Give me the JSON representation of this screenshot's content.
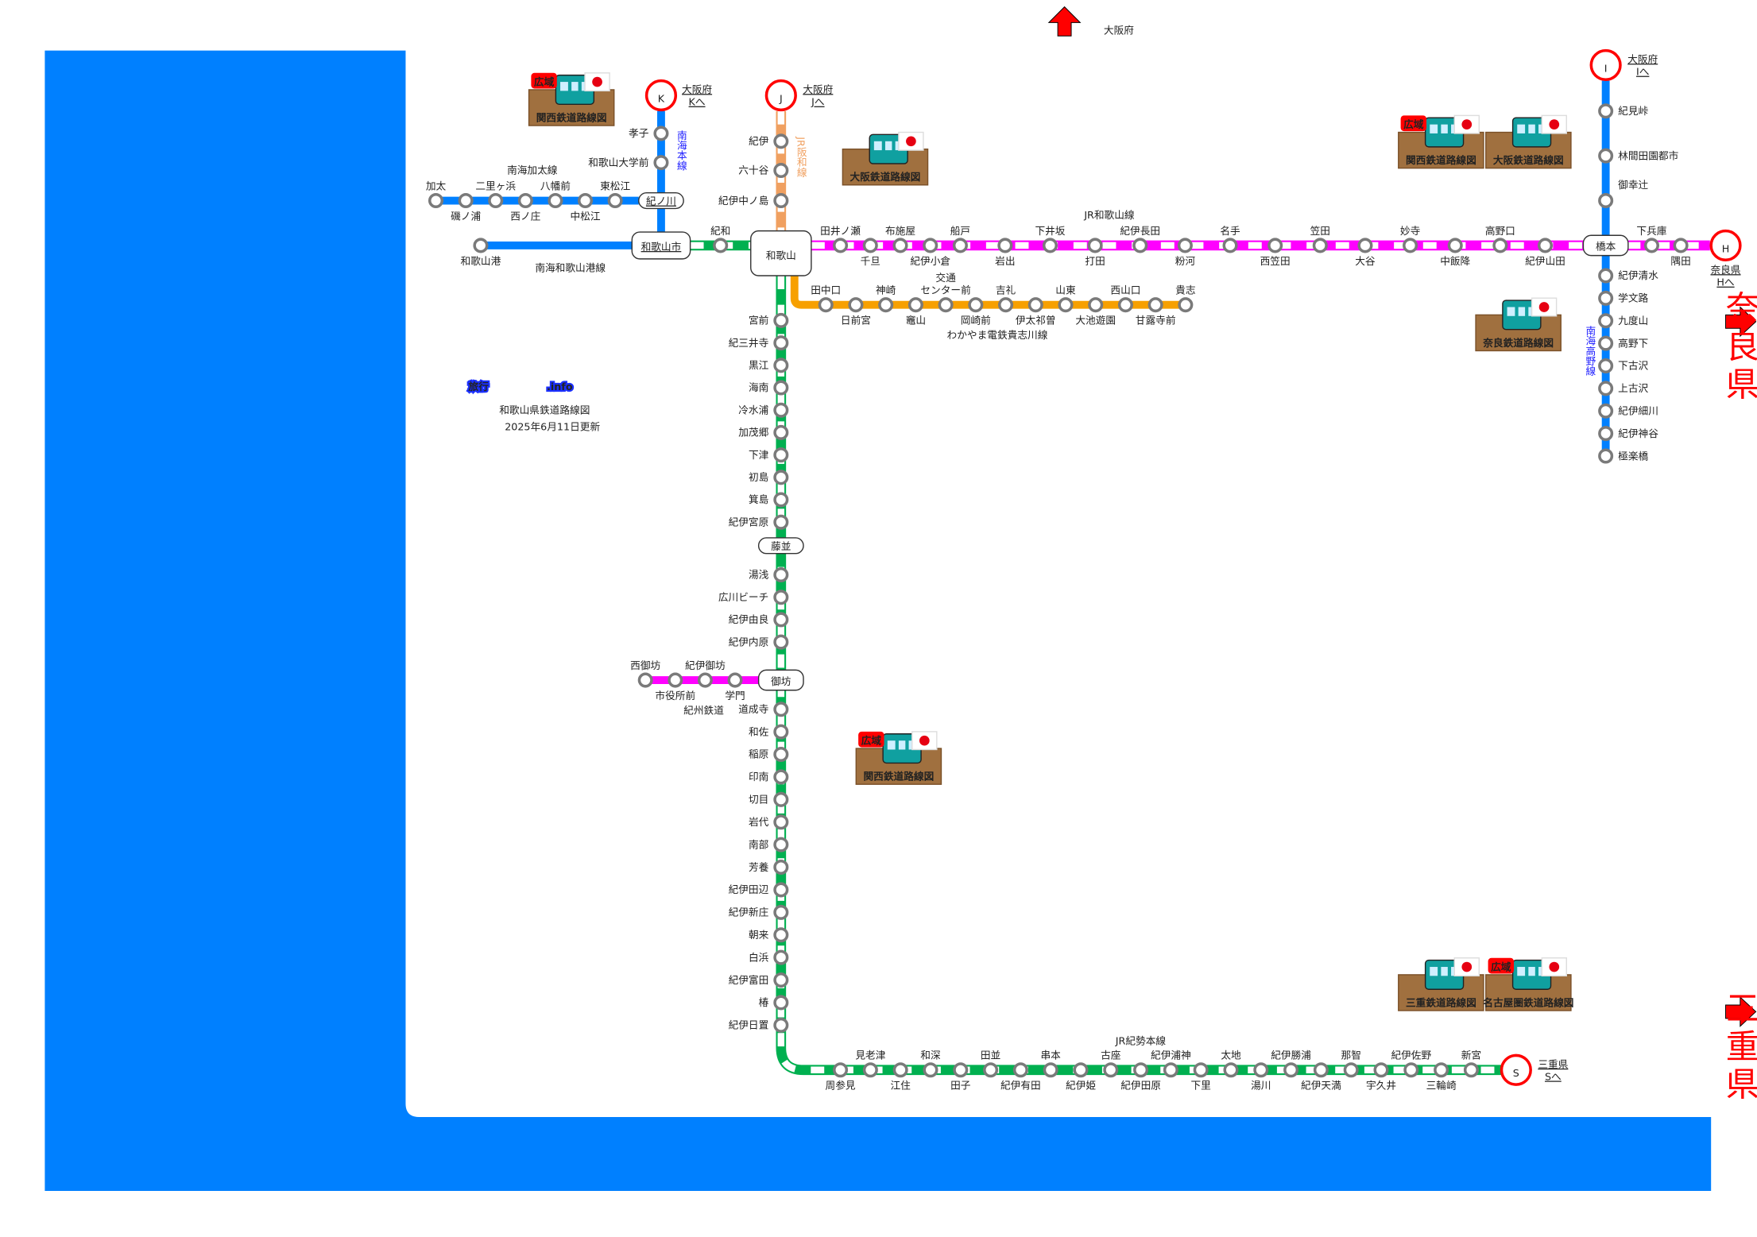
{
  "logo": {
    "brand_main": "旅行",
    "brand_suffix": ".info",
    "subtitle": "和歌山県鉄道路線図",
    "updated": "2025年6月11日更新"
  },
  "directions": {
    "osaka": "大阪府",
    "nara": "奈良県",
    "mie": "三重県"
  },
  "terminals": [
    {
      "letter": "K",
      "link_line1": "大阪府",
      "link_line2": "Kへ"
    },
    {
      "letter": "J",
      "link_line1": "大阪府",
      "link_line2": "Jへ"
    },
    {
      "letter": "I",
      "link_line1": "大阪府",
      "link_line2": "Iへ"
    },
    {
      "letter": "H",
      "link_line1": "奈良県",
      "link_line2": "Hへ"
    },
    {
      "letter": "S",
      "link_line1": "三重県",
      "link_line2": "Sへ"
    }
  ],
  "major_stations": {
    "kinokawa": "紀ノ川",
    "wakayamashi": "和歌山市",
    "wakayama": "和歌山",
    "fujinami": "藤並",
    "gobo": "御坊",
    "hashimoto": "橋本"
  },
  "lines": {
    "nankai_main": {
      "name": "南海本線",
      "stations": [
        "孝子",
        "和歌山大学前"
      ]
    },
    "nankai_kada": {
      "name": "南海加太線",
      "stations": [
        "加太",
        "磯ノ浦",
        "二里ヶ浜",
        "西ノ庄",
        "八幡前",
        "中松江",
        "東松江"
      ]
    },
    "nankai_port": {
      "name": "南海和歌山港線",
      "stations": [
        "和歌山港"
      ]
    },
    "kisei_short": {
      "stations": [
        "紀和"
      ]
    },
    "jr_hanwa": {
      "name": "JR阪和線",
      "stations": [
        "紀伊",
        "六十谷",
        "紀伊中ノ島"
      ]
    },
    "jr_wakayama": {
      "name": "JR和歌山線",
      "stations": [
        "田井ノ瀬",
        "千旦",
        "布施屋",
        "紀伊小倉",
        "船戸",
        "岩出",
        "下井坂",
        "打田",
        "紀伊長田",
        "粉河",
        "名手",
        "西笠田",
        "笠田",
        "大谷",
        "妙寺",
        "中飯降",
        "高野口",
        "紀伊山田"
      ],
      "stations_east": [
        "下兵庫",
        "隅田"
      ]
    },
    "kishigawa": {
      "name": "わかやま電鉄貴志川線",
      "stations": [
        "田中口",
        "日前宮",
        "神崎",
        "竈山",
        "交通\nセンター前",
        "岡崎前",
        "吉礼",
        "伊太祁曽",
        "山東",
        "大池遊園",
        "西山口",
        "甘露寺前",
        "貴志"
      ]
    },
    "jr_kisei": {
      "name": "JR紀勢本線",
      "stations_a": [
        "宮前",
        "紀三井寺",
        "黒江",
        "海南",
        "冷水浦",
        "加茂郷",
        "下津",
        "初島",
        "箕島",
        "紀伊宮原"
      ],
      "stations_b": [
        "湯浅",
        "広川ビーチ",
        "紀伊由良",
        "紀伊内原"
      ],
      "stations_c": [
        "道成寺",
        "和佐",
        "稲原",
        "印南",
        "切目",
        "岩代",
        "南部",
        "芳養",
        "紀伊田辺",
        "紀伊新庄",
        "朝来",
        "白浜",
        "紀伊富田",
        "椿",
        "紀伊日置"
      ],
      "stations_d": [
        "周参見",
        "見老津",
        "江住",
        "和深",
        "田子",
        "田並",
        "紀伊有田",
        "串本",
        "紀伊姫",
        "古座",
        "紀伊田原",
        "紀伊浦神",
        "下里",
        "太地",
        "湯川",
        "紀伊勝浦",
        "紀伊天満",
        "那智",
        "宇久井",
        "紀伊佐野",
        "三輪崎",
        "新宮"
      ]
    },
    "kishu": {
      "name": "紀州鉄道",
      "stations": [
        "西御坊",
        "市役所前",
        "紀伊御坊",
        "学門"
      ]
    },
    "nankai_koya": {
      "name": "南海高野線",
      "stations_north": [
        "紀見峠",
        "林間田園都市",
        "御幸辻"
      ],
      "stations_south": [
        "紀伊清水",
        "学文路",
        "九度山",
        "高野下",
        "下古沢",
        "上古沢",
        "紀伊細川",
        "紀伊神谷",
        "極楽橋"
      ]
    }
  },
  "map_links": [
    {
      "label": "関西鉄道路線図",
      "badge": "広域"
    },
    {
      "label": "大阪鉄道路線図",
      "badge": ""
    },
    {
      "label": "関西鉄道路線図",
      "badge": "広域"
    },
    {
      "label": "大阪鉄道路線図",
      "badge": ""
    },
    {
      "label": "奈良鉄道路線図",
      "badge": ""
    },
    {
      "label": "関西鉄道路線図",
      "badge": "広域"
    },
    {
      "label": "三重鉄道路線図",
      "badge": ""
    },
    {
      "label": "名古屋圏鉄道路線図",
      "badge": "広域"
    }
  ],
  "colors": {
    "sea": "#0080ff",
    "nankai": "#0080ff",
    "jr_kisei": "#00b050",
    "jr_wakayama": "#ff00ff",
    "jr_hanwa": "#f0a060",
    "kishigawa": "#f7a000",
    "kishu": "#ff00ff",
    "accent_red": "#ff0000",
    "link": "#0000ee"
  }
}
